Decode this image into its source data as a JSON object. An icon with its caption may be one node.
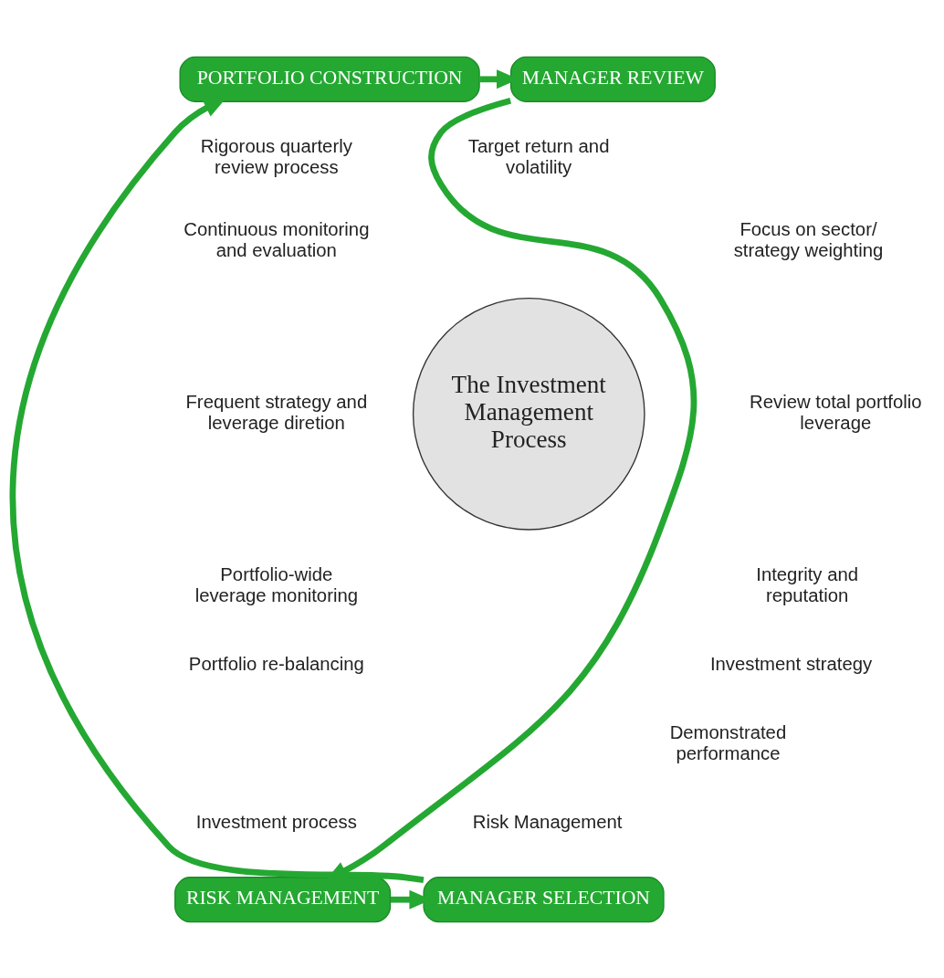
{
  "diagram": {
    "nodes": [
      {
        "text": [
          "PORTFOLIO CONSTRUCTION"
        ]
      },
      {
        "text": [
          "MANAGER REVIEW"
        ]
      },
      {
        "text": [
          "RISK MANAGEMENT"
        ]
      },
      {
        "text": [
          "MANAGER SELECTION"
        ]
      },
      {
        "text": [
          "The Investment Management Process"
        ]
      }
    ],
    "edges": [
      {
        "from": 0,
        "to": 1,
        "arrow": "to"
      },
      {
        "from": 1,
        "to": 2,
        "arrow": "to"
      },
      {
        "from": 2,
        "to": 3,
        "arrow": "to"
      },
      {
        "from": 3,
        "to": 0,
        "arrow": "to"
      }
    ],
    "labels": [
      "Target return and volatility",
      "Rigorous quarterly review process",
      "Focus on sector/ strategy weighting",
      "Continuous monitoring and evaluation",
      "Frequent strategy and leverage diretion",
      "Review total portfolio leverage",
      "Integrity and reputation",
      "Portfolio-wide leverage monitoring",
      "Investment strategy",
      "Demonstrated performance",
      "Portfolio re-balancing",
      "Investment process",
      "Risk Management"
    ]
  }
}
